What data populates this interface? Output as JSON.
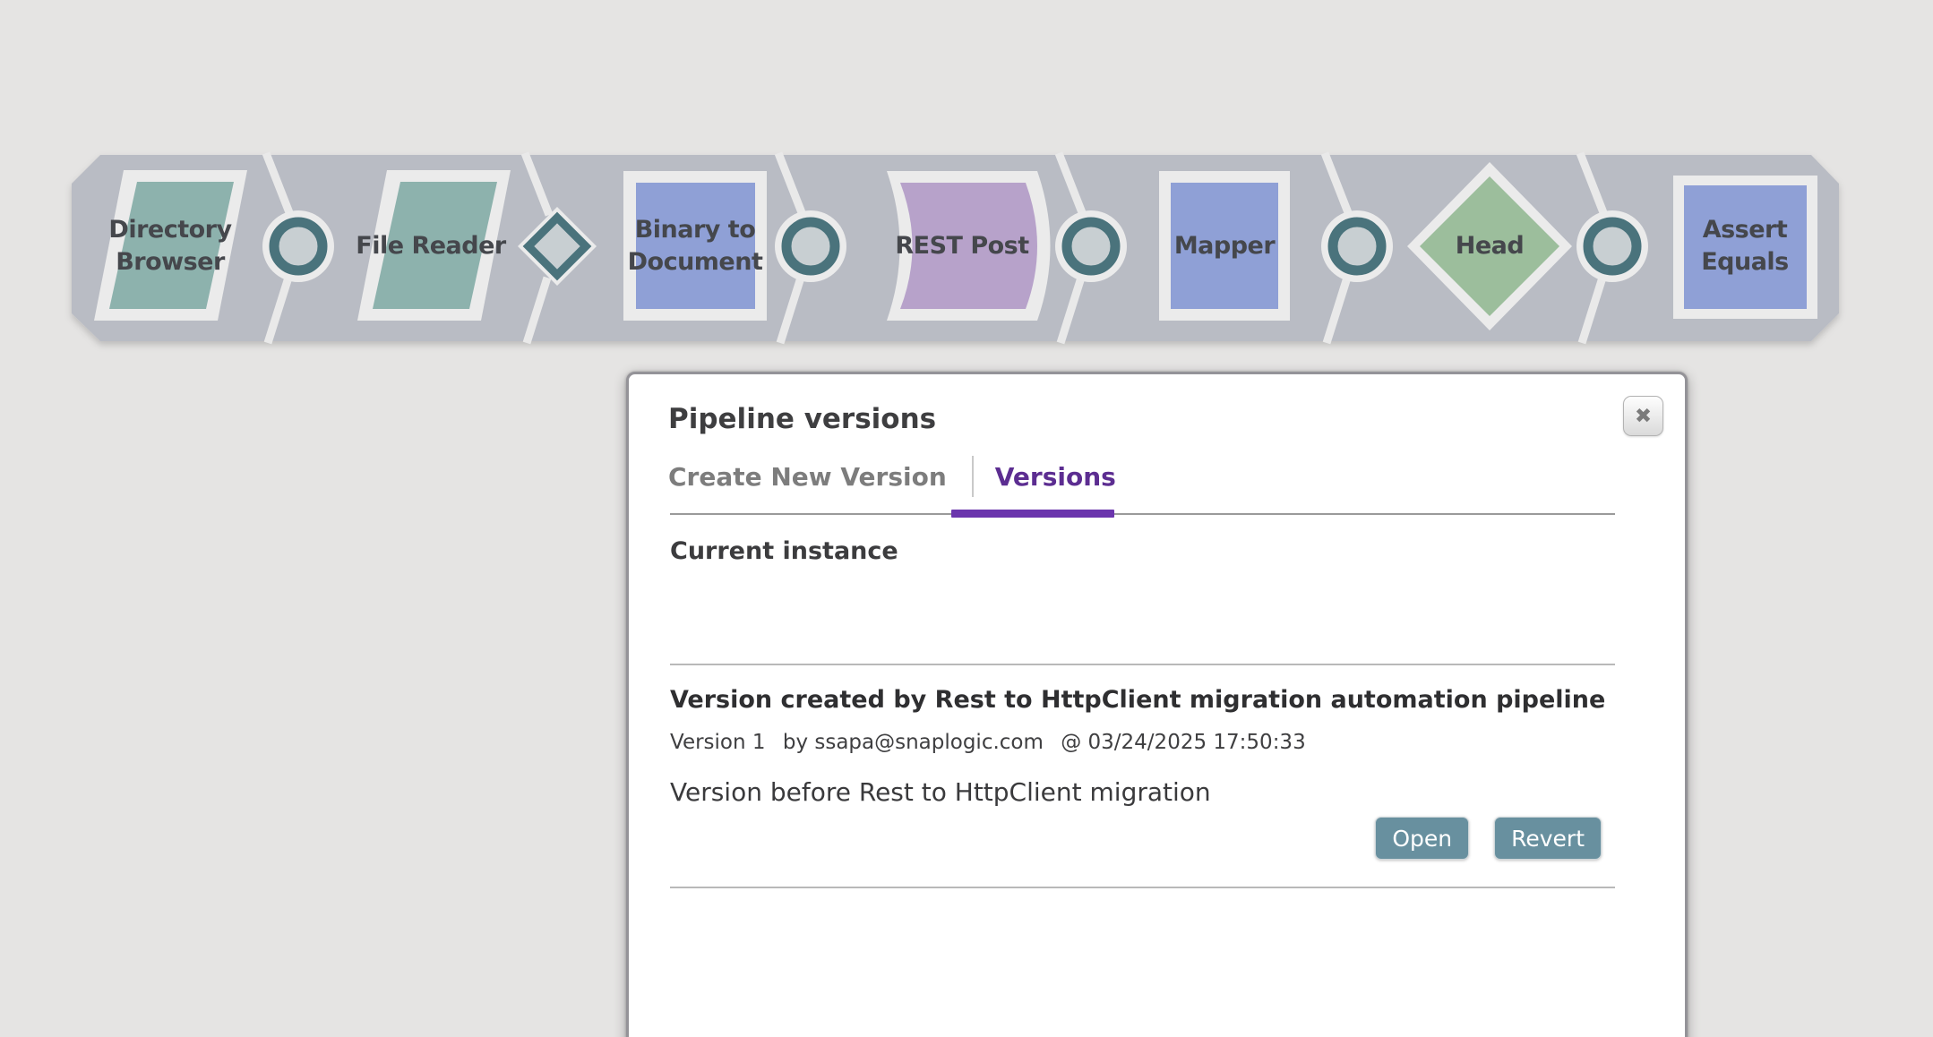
{
  "pipeline": {
    "snaps": [
      {
        "label": "Directory Browser",
        "shape": "parallelogram",
        "color": "#8db2ad"
      },
      {
        "label": "File Reader",
        "shape": "parallelogram",
        "color": "#8db2ad"
      },
      {
        "label": "Binary to Document",
        "shape": "square",
        "color": "#8fa0d6"
      },
      {
        "label": "REST Post",
        "shape": "flag",
        "color": "#b7a2ca"
      },
      {
        "label": "Mapper",
        "shape": "square",
        "color": "#8fa0d6"
      },
      {
        "label": "Head",
        "shape": "diamond",
        "color": "#9cbe9c"
      },
      {
        "label": "Assert Equals",
        "shape": "square",
        "color": "#8fa0d6"
      }
    ],
    "connectors": [
      {
        "type": "document-connector",
        "shape": "circle"
      },
      {
        "type": "binary-connector",
        "shape": "diamond"
      },
      {
        "type": "document-connector",
        "shape": "circle"
      },
      {
        "type": "document-connector",
        "shape": "circle"
      },
      {
        "type": "document-connector",
        "shape": "circle"
      },
      {
        "type": "document-connector",
        "shape": "circle"
      }
    ],
    "band_color": "#b9bcc4",
    "ring_color": "#4a737c"
  },
  "dialog": {
    "title": "Pipeline versions",
    "close_glyph": "✖",
    "tabs": [
      {
        "label": "Create New Version",
        "active": false
      },
      {
        "label": "Versions",
        "active": true
      }
    ],
    "accent_purple": "#5c2d91",
    "current_instance_heading": "Current instance",
    "version": {
      "title": "Version created by Rest to HttpClient migration automation pipeline",
      "meta_version": "Version 1",
      "meta_by": "by ssapa@snaplogic.com",
      "meta_at": "@ 03/24/2025 17:50:33",
      "description": "Version before Rest to HttpClient migration",
      "open_label": "Open",
      "revert_label": "Revert"
    },
    "button_color": "#68909f"
  }
}
